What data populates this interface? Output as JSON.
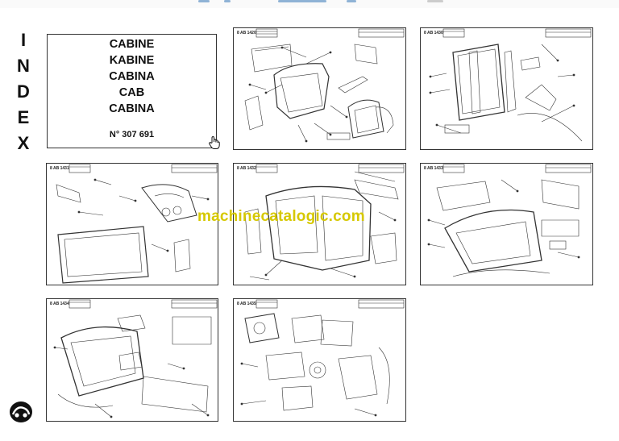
{
  "index_label": [
    "I",
    "N",
    "D",
    "E",
    "X"
  ],
  "title_card": {
    "lines": [
      "CABINE",
      "KABINE",
      "CABINA",
      "CAB",
      "CABINA"
    ],
    "number": "N° 307 691"
  },
  "sheets": [
    {
      "code": "8 AB 1420"
    },
    {
      "code": "8 AB 1430"
    },
    {
      "code": "8 AB 1431"
    },
    {
      "code": "8 AB 1432"
    },
    {
      "code": "8 AB 1433"
    },
    {
      "code": "8 AB 1434"
    },
    {
      "code": "8 AB 1435"
    }
  ],
  "watermark": "machinecatalogic.com"
}
